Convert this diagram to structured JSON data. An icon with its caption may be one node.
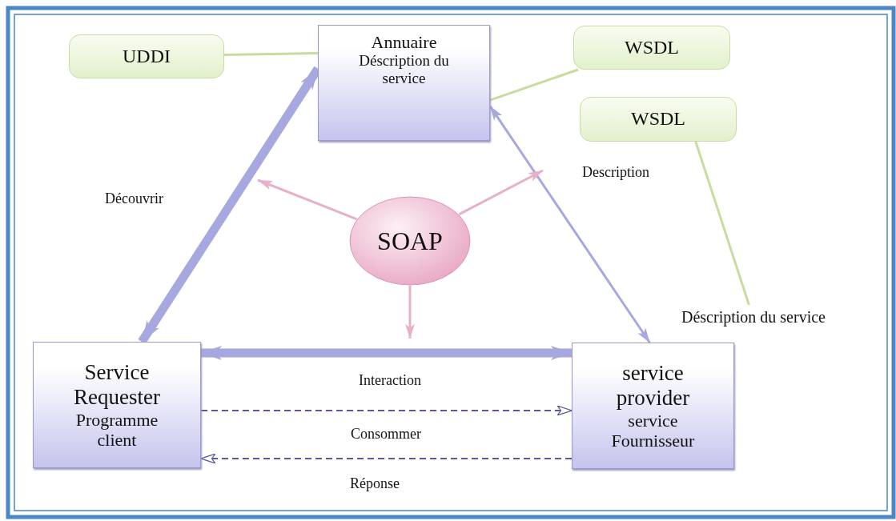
{
  "diagram": {
    "nodes": [
      {
        "text": [
          "UDDI"
        ]
      },
      {
        "text": [
          "Annuaire",
          "Déscription du service"
        ]
      },
      {
        "text": [
          "WSDL"
        ]
      },
      {
        "text": [
          "WSDL"
        ]
      },
      {
        "text": [
          "SOAP"
        ]
      },
      {
        "text": [
          "Service Requester",
          "Programme client"
        ]
      },
      {
        "text": [
          "service provider",
          "service Fournisseur"
        ]
      },
      {
        "text": [
          "Déscription du service"
        ]
      }
    ],
    "edges": [
      {
        "from": 0,
        "to": 1,
        "arrow": "none",
        "color": "#c8dca0"
      },
      {
        "from": 2,
        "to": 1,
        "arrow": "none",
        "color": "#c8dca0"
      },
      {
        "from": 3,
        "to": 7,
        "arrow": "none",
        "color": "#c8dca0"
      },
      {
        "from": 5,
        "to": 1,
        "arrow": "both",
        "label": "Découvrir",
        "style": "thick"
      },
      {
        "from": 1,
        "to": 6,
        "arrow": "both",
        "label": "Description"
      },
      {
        "from": 4,
        "to": null,
        "arrow": "to",
        "color": "#e8b0c8"
      },
      {
        "from": 4,
        "to": null,
        "arrow": "to",
        "color": "#e8b0c8"
      },
      {
        "from": 4,
        "to": null,
        "arrow": "to",
        "color": "#e8b0c8"
      },
      {
        "from": 5,
        "to": 6,
        "arrow": "both",
        "label": "Interaction",
        "style": "thick"
      },
      {
        "from": 5,
        "to": 6,
        "arrow": "to",
        "label": "Consommer",
        "style": "dashed",
        "color": "#5a5a9a"
      },
      {
        "from": 6,
        "to": 5,
        "arrow": "to",
        "label": "Réponse",
        "style": "dashed",
        "color": "#5a5a9a"
      }
    ]
  }
}
